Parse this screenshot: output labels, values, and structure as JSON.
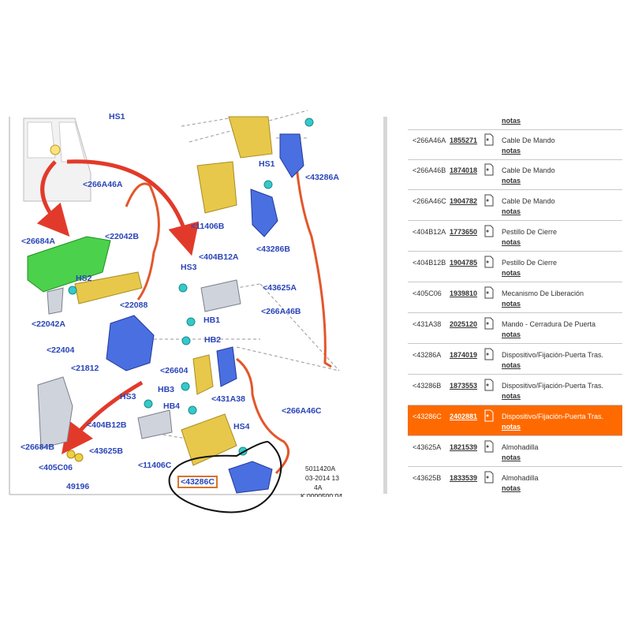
{
  "diagram": {
    "labels": [
      "HS1",
      "<266A46A",
      "HS1",
      "<43286A",
      "<11406B",
      "<26684A",
      "<22042B",
      "<43286B",
      "HS2",
      "<404B12A",
      "HS3",
      "<43625A",
      "<22088",
      "<22042A",
      "<266A46B",
      "HB1",
      "HB2",
      "<22404",
      "<21812",
      "<26604",
      "HB3",
      "<431A38",
      "HS3",
      "HB4",
      "<266A46C",
      "HS4",
      "<404B12B",
      "<26684B",
      "<43625B",
      "<11406C",
      "<405C06",
      "49196",
      "<43286C"
    ],
    "stamp": [
      "5011420A",
      "03-2014 13",
      "4A",
      "K 0000500 04"
    ]
  },
  "parts": [
    {
      "code": "",
      "num": "",
      "desc": "",
      "notes": "notas"
    },
    {
      "code": "<266A46A",
      "num": "1855271",
      "desc": "Cable De Mando",
      "notes": "notas"
    },
    {
      "code": "<266A46B",
      "num": "1874018",
      "desc": "Cable De Mando",
      "notes": "notas"
    },
    {
      "code": "<266A46C",
      "num": "1904782",
      "desc": "Cable De Mando",
      "notes": "notas"
    },
    {
      "code": "<404B12A",
      "num": "1773650",
      "desc": "Pestillo De Cierre",
      "notes": "notas"
    },
    {
      "code": "<404B12B",
      "num": "1904785",
      "desc": "Pestillo De Cierre",
      "notes": "notas"
    },
    {
      "code": "<405C06",
      "num": "1939810",
      "desc": "Mecanismo De Liberación",
      "notes": "notas"
    },
    {
      "code": "<431A38",
      "num": "2025120",
      "desc": "Mando - Cerradura De Puerta",
      "notes": "notas"
    },
    {
      "code": "<43286A",
      "num": "1874019",
      "desc": "Dispositivo/Fijación-Puerta Tras.",
      "notes": "notas"
    },
    {
      "code": "<43286B",
      "num": "1873553",
      "desc": "Dispositivo/Fijación-Puerta Tras.",
      "notes": "notas"
    },
    {
      "code": "<43286C",
      "num": "2402881",
      "desc": "Dispositivo/Fijación-Puerta Tras.",
      "notes": "notas"
    },
    {
      "code": "<43625A",
      "num": "1821539",
      "desc": "Almohadilla",
      "notes": "notas"
    },
    {
      "code": "<43625B",
      "num": "1833539",
      "desc": "Almohadilla",
      "notes": "notas"
    }
  ],
  "colors": {
    "highlight": "#ff6a00",
    "label": "#2a45b8",
    "cable": "#e2572b",
    "blue_part": "#4a6fe0",
    "yellow_part": "#e8c84a",
    "green_part": "#4cd14c",
    "teal_clip": "#36c9c9"
  }
}
